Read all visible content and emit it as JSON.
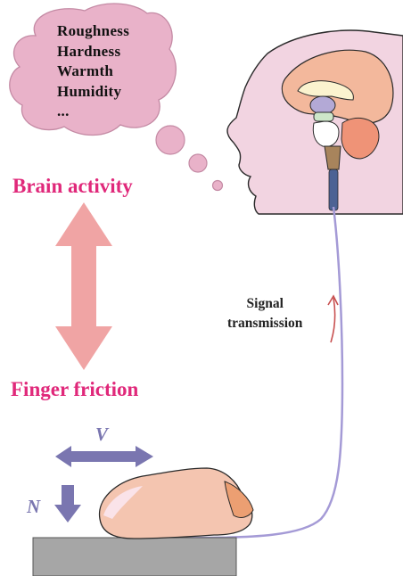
{
  "thought_cloud": {
    "lines": [
      "Roughness",
      "Hardness",
      "Warmth",
      "Humidity",
      "..."
    ]
  },
  "labels": {
    "brain_activity": "Brain activity",
    "finger_friction": "Finger friction",
    "signal_line1": "Signal",
    "signal_line2": "transmission",
    "velocity": "V",
    "normal_force": "N"
  },
  "colors": {
    "cloud": "#e9b2c9",
    "label_pink": "#e0287a",
    "double_arrow": "#f0a4a4",
    "force_arrow": "#7a76b0",
    "nerve": "#a49ad6",
    "head": "#f2d4e1",
    "cerebrum": "#f3b89c",
    "cerebellum": "#ef9377",
    "surface": "#a6a6a6"
  }
}
